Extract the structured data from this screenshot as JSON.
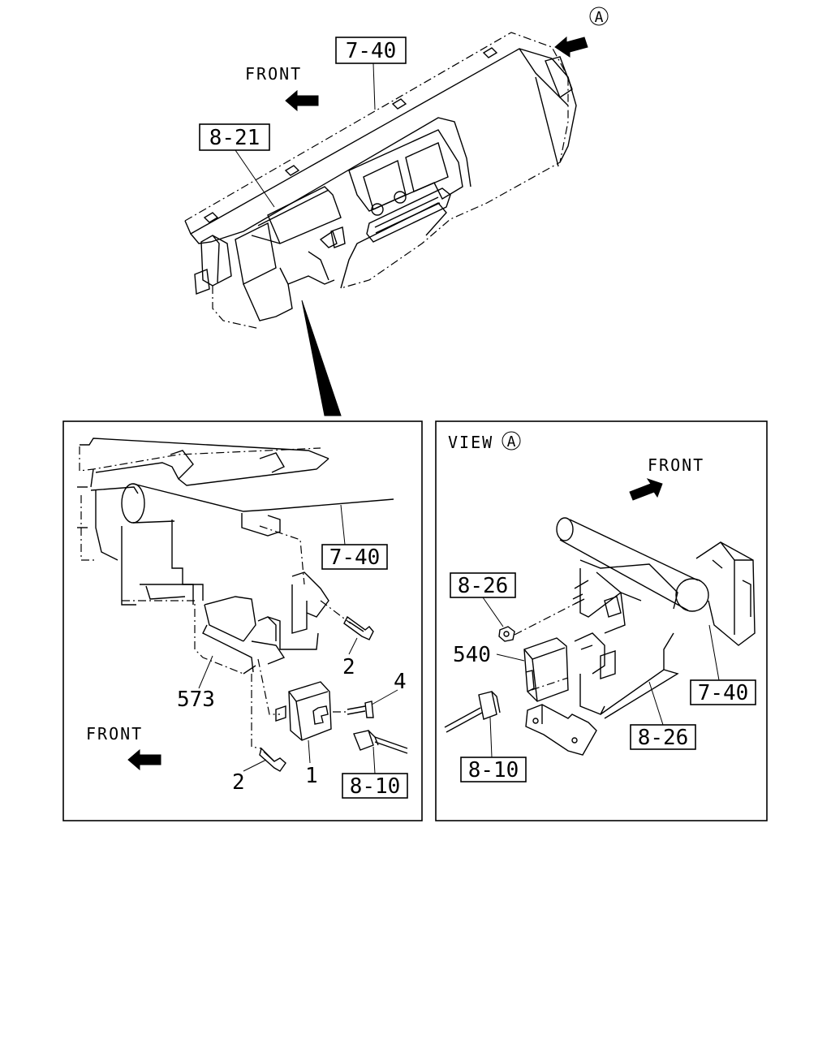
{
  "top": {
    "callouts": [
      "7-40",
      "8-21"
    ],
    "front_label": "FRONT",
    "view_marker": "A"
  },
  "left_panel": {
    "callouts": [
      "7-40",
      "8-10"
    ],
    "part_numbers": [
      "573",
      "2",
      "4",
      "2",
      "1"
    ],
    "front_label": "FRONT"
  },
  "right_panel": {
    "view_label": "VIEW",
    "view_marker": "A",
    "front_label": "FRONT",
    "callouts": [
      "8-26",
      "7-40",
      "8-26",
      "8-10"
    ],
    "part_numbers": [
      "540"
    ]
  }
}
